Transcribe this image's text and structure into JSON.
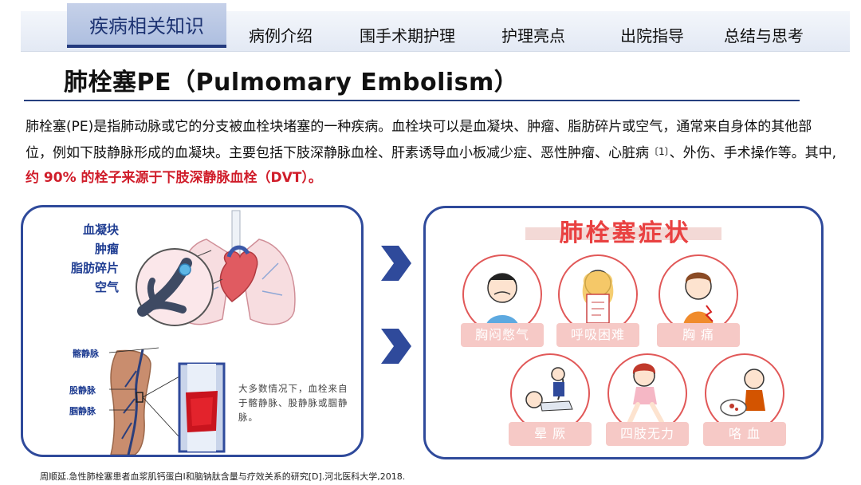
{
  "nav": {
    "active": "疾病相关知识",
    "items": [
      "病例介绍",
      "围手术期护理",
      "护理亮点",
      "出院指导",
      "总结与思考"
    ]
  },
  "title": "肺栓塞PE（Pulmomary Embolism）",
  "paragraph": {
    "main": "肺栓塞(PE)是指肺动脉或它的分支被血栓块堵塞的一种疾病。血栓块可以是血凝块、肿瘤、脂肪碎片或空气，通常来自身体的其他部位，例如下肢静脉形成的血凝块。主要包括下肢深静脉血栓、肝素诱导血小板减少症、恶性肿瘤、心脏病",
    "ref": "〔1〕",
    "rest": "、外伤、手术操作等。其中,",
    "highlight": "约 90% 的栓子来源于下肢深静脉血栓（DVT）。"
  },
  "left_panel": {
    "clot_types": [
      "血凝块",
      "肿瘤",
      "脂肪碎片",
      "空气"
    ],
    "vein_labels": [
      "髂静脉",
      "股静脉",
      "腘静脉"
    ],
    "note": "大多数情况下，血栓来自于髂静脉、股静脉或腘静脉。"
  },
  "right_panel": {
    "title": "肺栓塞症状",
    "symptoms": [
      "胸闷憋气",
      "呼吸困难",
      "胸 痛",
      "晕 厥",
      "四肢无力",
      "咯 血"
    ]
  },
  "footnote": "周顺延.急性肺栓塞患者血浆肌钙蛋白Ⅰ和脑钠肽含量与疗效关系的研究[D].河北医科大学,2018.",
  "colors": {
    "brand_blue": "#2f4a9b",
    "highlight_red": "#d01d2a",
    "symptom_red": "#e94141"
  }
}
